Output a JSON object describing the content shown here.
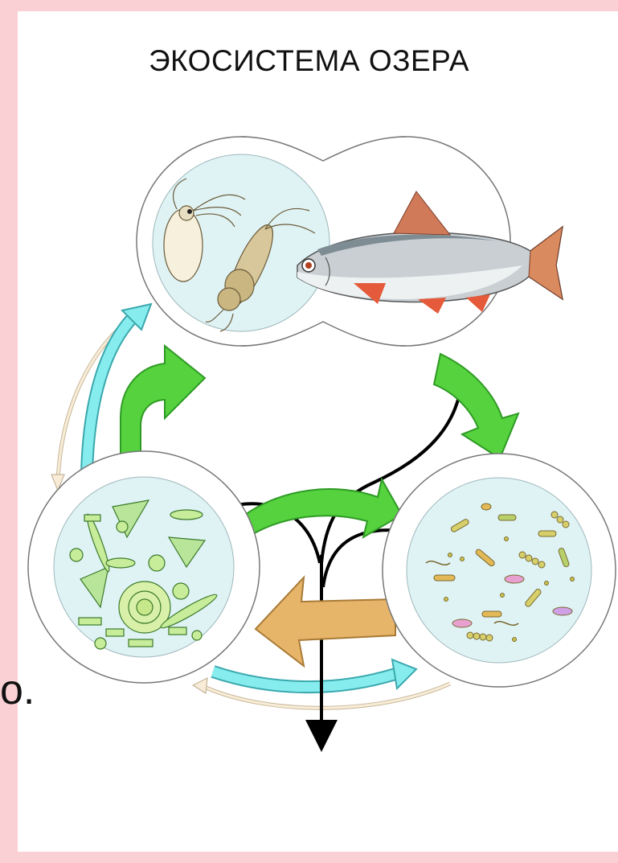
{
  "title": "ЭКОСИСТЕМА ОЗЕРА",
  "stray_text": "о.",
  "groups": {
    "consumers": "zooplankton-and-fish",
    "producers": "phytoplankton",
    "decomposers": "bacteria"
  },
  "colors": {
    "background": "#fbd0d4",
    "sheet": "#ffffff",
    "circle_fill": "#e5f5f6",
    "green_arrow": "#55d23d",
    "cyan_arrow": "#7fe6e8",
    "orange_arrow": "#e7b56a",
    "thin_arrow": "#f5e7cf"
  }
}
